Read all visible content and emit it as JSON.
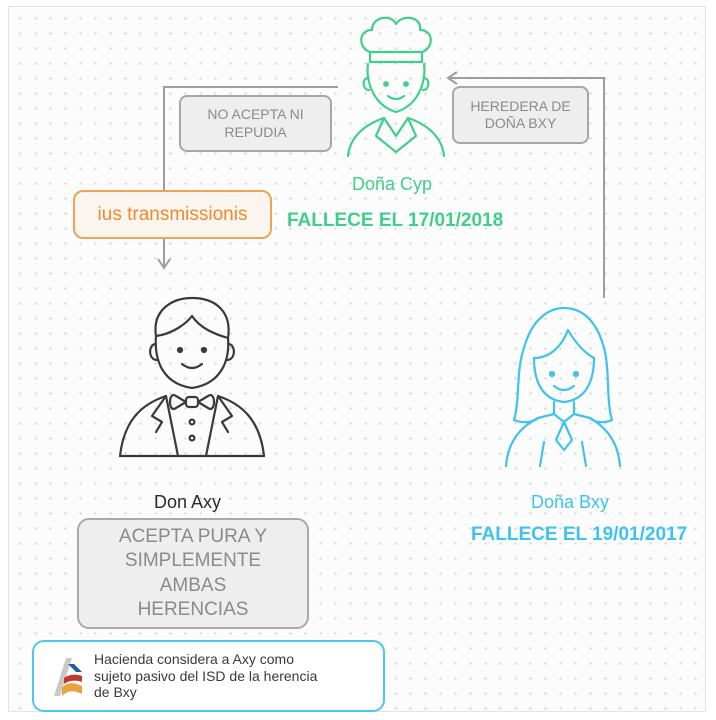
{
  "nodes": {
    "cyp": {
      "name": "Doña Cyp",
      "status": "FALLECE EL 17/01/2018",
      "color": "#3fcf8b"
    },
    "axy": {
      "name": "Don Axy",
      "color": "#3a3a3a"
    },
    "bxy": {
      "name": "Doña Bxy",
      "status": "FALLECE EL 19/01/2017",
      "color": "#3ec3ef"
    }
  },
  "edges": {
    "cyp_to_axy": "NO ACEPTA NI REPUDIA",
    "bxy_to_cyp": "HEREDERA DE DOÑA BXY",
    "ius": "ius transmissionis"
  },
  "acepta": "ACEPTA PURA Y SIMPLEMENTE AMBAS HERENCIAS",
  "note": {
    "text": "Hacienda considera a Axy como sujeto pasivo del ISD de la herencia de Bxy",
    "logo_icon": "agencia-tributaria-logo"
  },
  "colors": {
    "orange": "#ee8a2c",
    "gray": "#a7a7a7"
  }
}
